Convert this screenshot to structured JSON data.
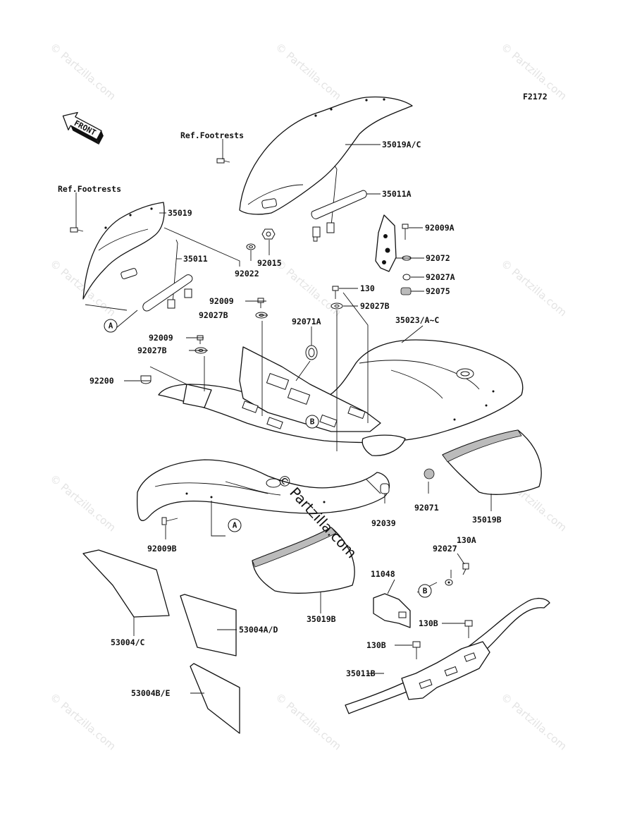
{
  "figure_id": "F2172",
  "front_arrow_label": "FRONT",
  "watermark": "© Partzilla.com",
  "watermark_center": "© Partzilla.com",
  "refs": [
    "Ref.Footrests",
    "Ref.Footrests"
  ],
  "circle_refs": [
    "A",
    "A",
    "B",
    "B"
  ],
  "parts": {
    "p35019AC": "35019A/C",
    "p35011A": "35011A",
    "p35019": "35019",
    "p35011": "35011",
    "p92022": "92022",
    "p92015": "92015",
    "p92009A": "92009A",
    "p92072": "92072",
    "p92027A": "92027A",
    "p92075": "92075",
    "p130": "130",
    "p92027B_1": "92027B",
    "p92009_1": "92009",
    "p92027B_2": "92027B",
    "p92071A": "92071A",
    "p35023": "35023/A~C",
    "p92009_2": "92009",
    "p92027B_3": "92027B",
    "p92200": "92200",
    "p92071": "92071",
    "p92039": "92039",
    "p35019B_1": "35019B",
    "p92009B": "92009B",
    "p130A": "130A",
    "p92027": "92027",
    "p11048": "11048",
    "p35019B_2": "35019B",
    "p53004C": "53004/C",
    "p53004AD": "53004A/D",
    "p130B_1": "130B",
    "p130B_2": "130B",
    "p35011B": "35011B",
    "p53004BE": "53004B/E"
  }
}
